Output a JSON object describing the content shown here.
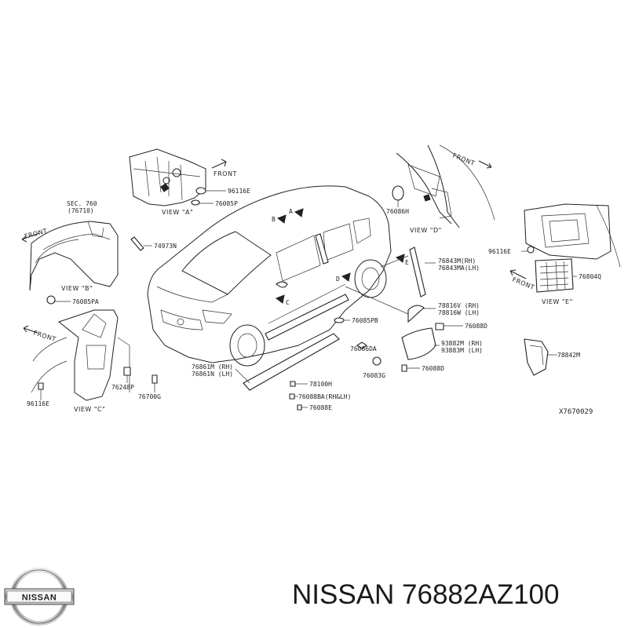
{
  "diagram": {
    "ref_code": "X7670029",
    "views": {
      "a": "VIEW \"A\"",
      "b": "VIEW \"B\"",
      "c": "VIEW \"C\"",
      "d": "VIEW \"D\"",
      "e": "VIEW \"E\""
    },
    "front_labels": [
      "FRONT",
      "FRONT",
      "FRONT",
      "FRONT",
      "FRONT"
    ],
    "sec_ref": {
      "line1": "SEC. 760",
      "line2": "(76710)"
    },
    "view_markers": {
      "a": "A",
      "b": "B",
      "c": "C",
      "d": "D",
      "e": "E"
    },
    "parts": {
      "p96116E_a": "96116E",
      "p76085P": "76085P",
      "p74973N": "74973N",
      "p76085PA": "76085PA",
      "p96116E_c": "96116E",
      "p76248P": "76248P",
      "p76700G": "76700G",
      "p76861M": "76861M (RH)",
      "p76861N": "76861N (LH)",
      "p78100H": "78100H",
      "p76088BA": "76088BA(RH&LH)",
      "p76088E": "76088E",
      "p76085PB": "76085PB",
      "p76086DA": "76086DA",
      "p76083G": "76083G",
      "p76088D_b": "76088D",
      "p76086H": "76086H",
      "p76843M": "76843M(RH)",
      "p76843MA": "76843MA(LH)",
      "p78816V": "78816V (RH)",
      "p78816W": "78816W (LH)",
      "p76088D_a": "76088D",
      "p93882M": "93882M (RH)",
      "p93883M": "93883M (LH)",
      "p78842M": "78842M",
      "p96116E_e": "96116E",
      "p76804Q": "76804Q"
    }
  },
  "brand": {
    "logo_text": "NISSAN"
  },
  "footer": {
    "title": "NISSAN 76882AZ100"
  }
}
